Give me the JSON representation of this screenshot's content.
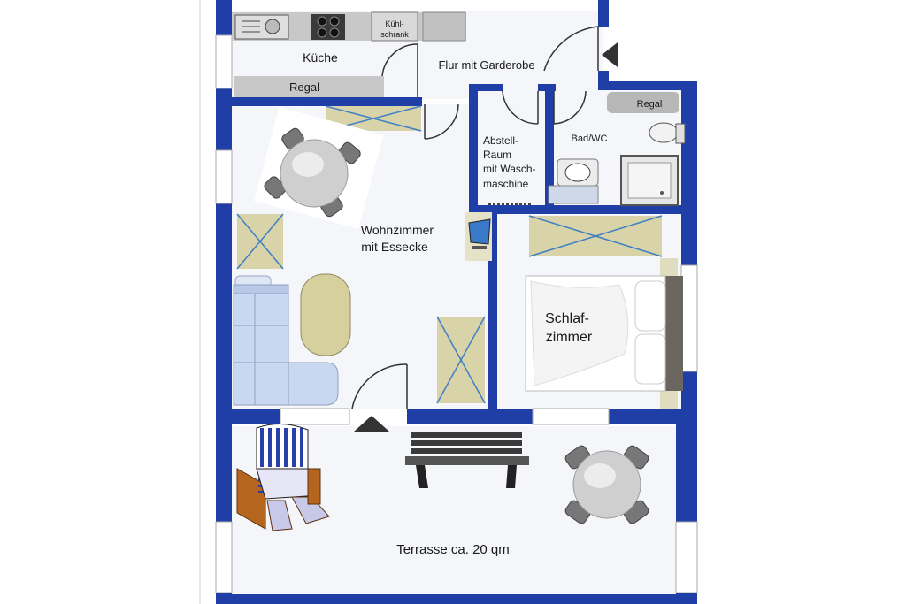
{
  "colors": {
    "wall": "#1f3fa6",
    "floor": "#f4f6fa",
    "cabinet": "#d8d3a8",
    "cross": "#3f7fc4",
    "sofa": "#c9d8f0",
    "table": "#cfcfcf",
    "chair": "#777777",
    "bed": "#ffffff",
    "headboard": "#6b6560",
    "strandkorb_stripe": "#2b3fa8",
    "strandkorb_wood": "#b5651d"
  },
  "rooms": {
    "kueche": "Küche",
    "kuehl_line1": "Kühl-",
    "kuehl_line2": "schrank",
    "regal_kueche": "Regal",
    "flur": "Flur mit Garderobe",
    "abstell_line1": "Abstell-",
    "abstell_line2": "Raum",
    "abstell_line3": "mit Wasch-",
    "abstell_line4": "maschine",
    "bad": "Bad/WC",
    "regal_bad": "Regal",
    "wohn_line1": "Wohnzimmer",
    "wohn_line2": "mit Essecke",
    "schlaf_line1": "Schlaf-",
    "schlaf_line2": "zimmer",
    "terrasse": "Terrasse ca. 20 qm"
  },
  "icons": {
    "entrance": "triangle-arrow-icon",
    "terrace_door": "triangle-arrow-icon"
  }
}
